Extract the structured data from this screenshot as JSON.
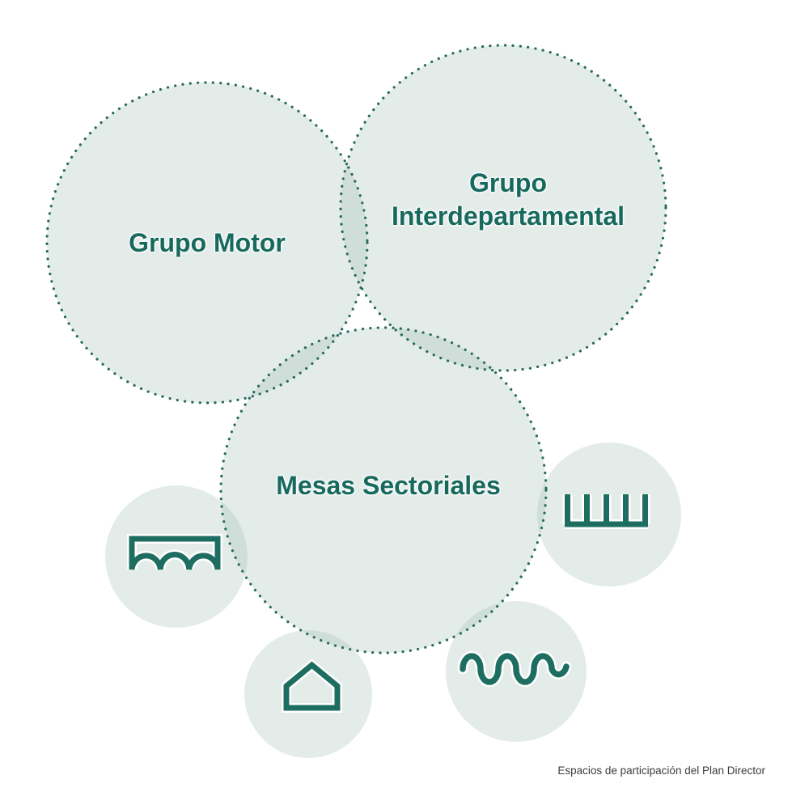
{
  "diagram": {
    "caption": "Espacios de participación del Plan Director",
    "groups": [
      {
        "label": "Grupo Motor"
      },
      {
        "label": "Grupo Interdepartamental"
      },
      {
        "label": "Mesas Sectoriales"
      }
    ],
    "satellites": [
      {
        "icon": "bridge-icon"
      },
      {
        "icon": "tally-marks-icon"
      },
      {
        "icon": "house-icon"
      },
      {
        "icon": "wave-icon"
      }
    ],
    "colors": {
      "accent_text": "#17695d",
      "icon_stroke": "#1d6e60",
      "dot_border": "#26695c",
      "circle_tint": "#9db9b2",
      "caption_text": "#3c3c3c",
      "background": "#ffffff"
    }
  }
}
